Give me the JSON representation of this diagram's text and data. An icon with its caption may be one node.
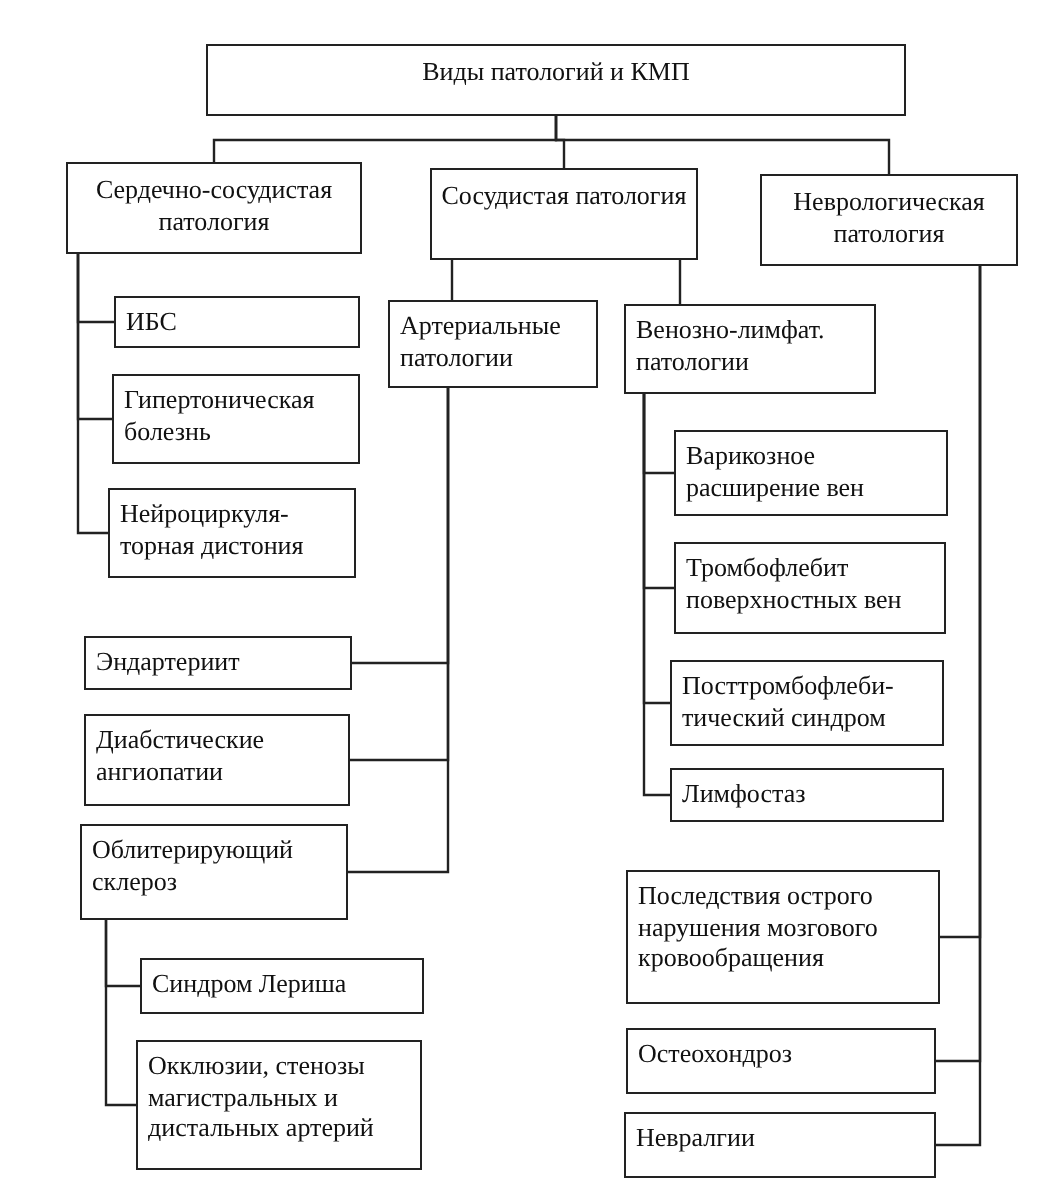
{
  "diagram": {
    "nodes": [
      {
        "text": [
          "Виды патологий и КМП"
        ]
      },
      {
        "text": [
          "Сердечно-сосудистая патология"
        ]
      },
      {
        "text": [
          "Сосудистая патология"
        ]
      },
      {
        "text": [
          "Неврологическая патология"
        ]
      },
      {
        "text": [
          "ИБС"
        ]
      },
      {
        "text": [
          "Гипертоническая болезнь"
        ]
      },
      {
        "text": [
          "Нейроциркуля-торная дистония"
        ]
      },
      {
        "text": [
          "Артериальные патологии"
        ]
      },
      {
        "text": [
          "Венозно-лимфат. патологии"
        ]
      },
      {
        "text": [
          "Варикозное расширение вен"
        ]
      },
      {
        "text": [
          "Тромбофлебит поверхностных вен"
        ]
      },
      {
        "text": [
          "Посттромбофлеби-тический синдром"
        ]
      },
      {
        "text": [
          "Лимфостаз"
        ]
      },
      {
        "text": [
          "Эндартериит"
        ]
      },
      {
        "text": [
          "Диабстические ангиопатии"
        ]
      },
      {
        "text": [
          "Облитерирующий склероз"
        ]
      },
      {
        "text": [
          "Синдром Лериша"
        ]
      },
      {
        "text": [
          "Окклюзии, стенозы магистральных и дистальных артерий"
        ]
      },
      {
        "text": [
          "Последствия острого нарушения мозгового кровообращения"
        ]
      },
      {
        "text": [
          "Остеохондроз"
        ]
      },
      {
        "text": [
          "Невралгии"
        ]
      }
    ],
    "edges": [
      {
        "from": 0,
        "to": 1,
        "arrow": "none"
      },
      {
        "from": 0,
        "to": 2,
        "arrow": "none"
      },
      {
        "from": 0,
        "to": 3,
        "arrow": "none"
      },
      {
        "from": 1,
        "to": 4,
        "arrow": "none"
      },
      {
        "from": 1,
        "to": 5,
        "arrow": "none"
      },
      {
        "from": 1,
        "to": 6,
        "arrow": "none"
      },
      {
        "from": 2,
        "to": 7,
        "arrow": "none"
      },
      {
        "from": 2,
        "to": 8,
        "arrow": "none"
      },
      {
        "from": 8,
        "to": 9,
        "arrow": "none"
      },
      {
        "from": 8,
        "to": 10,
        "arrow": "none"
      },
      {
        "from": 8,
        "to": 11,
        "arrow": "none"
      },
      {
        "from": 8,
        "to": 12,
        "arrow": "none"
      },
      {
        "from": 7,
        "to": 13,
        "arrow": "none"
      },
      {
        "from": 7,
        "to": 14,
        "arrow": "none"
      },
      {
        "from": 7,
        "to": 15,
        "arrow": "none"
      },
      {
        "from": 15,
        "to": 16,
        "arrow": "none"
      },
      {
        "from": 15,
        "to": 17,
        "arrow": "none"
      },
      {
        "from": 3,
        "to": 18,
        "arrow": "none"
      },
      {
        "from": 3,
        "to": 19,
        "arrow": "none"
      },
      {
        "from": 3,
        "to": 20,
        "arrow": "none"
      }
    ]
  }
}
